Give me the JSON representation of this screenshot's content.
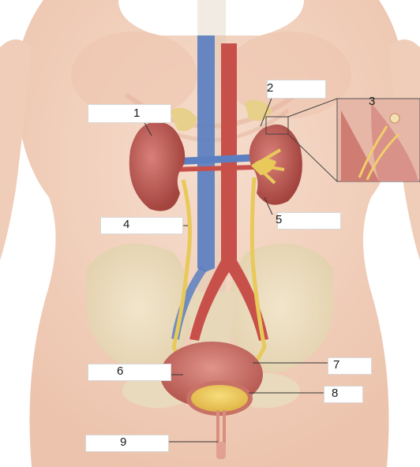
{
  "colors": {
    "background": "#ffffff",
    "skin": "#f3d5c2",
    "skin_shadow": "#e8bfa8",
    "bone": "#efe3c7",
    "kidney": "#c4645d",
    "kidney_dark": "#9f423f",
    "aorta": "#c8504a",
    "vena_cava": "#5b7fc1",
    "ureter": "#e8c95a",
    "bladder": "#d07a70",
    "urine": "#f0c85a",
    "adrenal": "#e7d08a",
    "leader_line": "#333333"
  },
  "labels": [
    {
      "number": "1"
    },
    {
      "number": "2"
    },
    {
      "number": "3"
    },
    {
      "number": "4"
    },
    {
      "number": "5"
    },
    {
      "number": "6"
    },
    {
      "number": "7"
    },
    {
      "number": "8"
    },
    {
      "number": "9"
    }
  ]
}
